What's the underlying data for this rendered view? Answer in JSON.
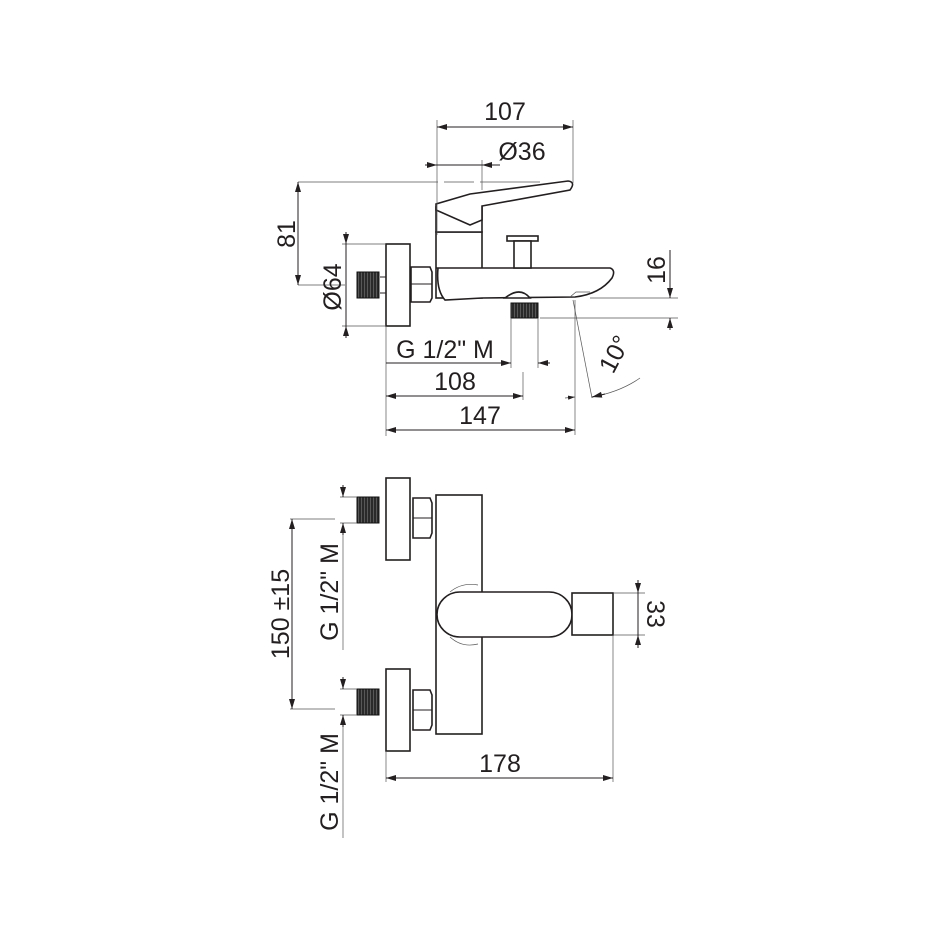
{
  "drawing": {
    "side_view": {
      "dim_width_lever": "107",
      "dim_lever_diameter": "Ø36",
      "dim_height": "81",
      "dim_flange_diameter": "Ø64",
      "dim_spout_drop": "16",
      "thread_label": "G 1/2\" M",
      "dim_outlet": "108",
      "dim_total_depth": "147",
      "dim_angle": "10°"
    },
    "top_view": {
      "dim_centers": "150 ±15",
      "thread_label_upper": "G 1/2\" M",
      "thread_label_lower": "G 1/2\" M",
      "dim_spout_width": "33",
      "dim_total_length": "178"
    }
  }
}
